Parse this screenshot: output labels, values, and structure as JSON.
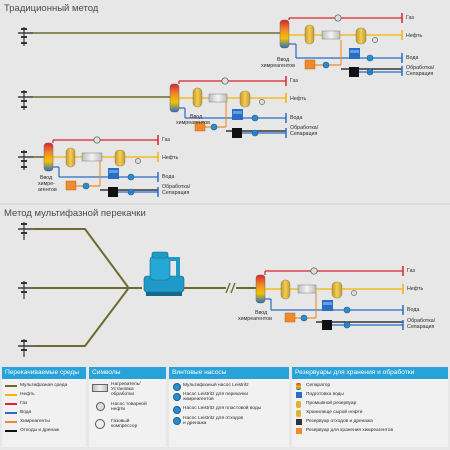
{
  "sections": {
    "traditional_title": "Традиционный метод",
    "multiphase_title": "Метод мультифазной перекачки"
  },
  "flow_labels": {
    "gas": "Газ",
    "oil": "Нефть",
    "water": "Вода",
    "treatment_1": "Обработка/",
    "treatment_2": "Сепарация",
    "treatment_m1": "Обработка/",
    "treatment_m2": "Сепарация",
    "reagent_in_1": "Ввод",
    "reagent_in_2": "химреагентов",
    "reagent_in_3a": "Ввод",
    "reagent_in_3b": "химре-",
    "reagent_in_3c": "агентов",
    "reagent_in_m1": "Ввод",
    "reagent_in_m2": "химреагентов"
  },
  "legend": {
    "media": {
      "title": "Перекачиваемые среды",
      "items": [
        {
          "label": "Мультифазная среда",
          "color": "#6e6a2f"
        },
        {
          "label": "Нефть",
          "color": "#f2b400"
        },
        {
          "label": "Газ",
          "color": "#d6262e"
        },
        {
          "label": "Вода",
          "color": "#2b6cc4"
        },
        {
          "label": "Химреагенты",
          "color": "#f08a2c"
        },
        {
          "label": "Отходы и дренаж",
          "color": "#111111"
        }
      ]
    },
    "symbols": {
      "title": "Символы",
      "items": [
        {
          "label1": "Нагреватель/",
          "label2": "Установка",
          "label3": "обработки"
        },
        {
          "label1": "Насос товарной",
          "label2": "нефти",
          "label3": ""
        },
        {
          "label1": "Газовый",
          "label2": "компрессор",
          "label3": ""
        }
      ]
    },
    "pumps": {
      "title": "Винтовые насосы",
      "items": [
        {
          "label1": "Мультифазный насос Leistritz",
          "label2": ""
        },
        {
          "label1": "Насос Leistritz для перекачки",
          "label2": "химреагентов"
        },
        {
          "label1": "Насос Leistritz для пластовой воды",
          "label2": ""
        },
        {
          "label1": "Насос Leistritz для отходов",
          "label2": "и дренажа"
        }
      ]
    },
    "tanks": {
      "title": "Резервуары для хранения и обработки",
      "items": [
        {
          "label": "Сепаратор",
          "color": "#d84a2a"
        },
        {
          "label": "Подготовка воды",
          "color": "#2b6cc4"
        },
        {
          "label": "Промывной резервуар",
          "color": "#e0b030"
        },
        {
          "label": "Хранилище сырой нефти",
          "color": "#e0b030"
        },
        {
          "label": "Резервуар отходов и дренажа",
          "color": "#333333"
        },
        {
          "label": "Резервуар для хранения химреагентов",
          "color": "#f08a2c"
        }
      ]
    }
  }
}
